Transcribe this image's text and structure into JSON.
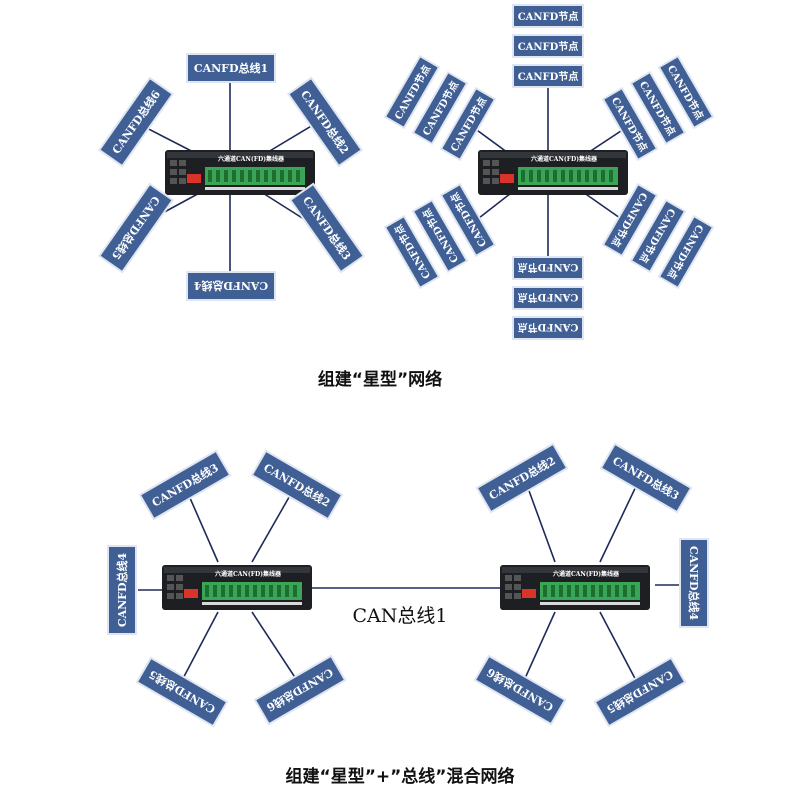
{
  "device": {
    "label": "六通道CAN(FD)集线器"
  },
  "top_left": {
    "buses": [
      "CANFD总线1",
      "CANFD总线2",
      "CANFD总线3",
      "CANFD总线4",
      "CANFD总线5",
      "CANFD总线6"
    ]
  },
  "top_right": {
    "node_label": "CANFD节点"
  },
  "caption_star": "组建“星型”网络",
  "bottom": {
    "bus_label": "CAN总线1",
    "left_buses": [
      "CANFD总线3",
      "CANFD总线2",
      "CANFD总线4",
      "CANFD总线5",
      "CANFD总线6"
    ],
    "right_buses": [
      "CANFD总线2",
      "CANFD总线3",
      "CANFD总线4",
      "CANFD总线6",
      "CANFD总线5"
    ]
  },
  "caption_mixed": "组建“星型”+”总线”混合网络",
  "colors": {
    "box": "#3f5f95",
    "box_border": "#dfe6f2",
    "line": "#1f2a5c",
    "device_body": "#1d1f22",
    "terminal": "#3aa655",
    "dip": "#d8342c"
  }
}
